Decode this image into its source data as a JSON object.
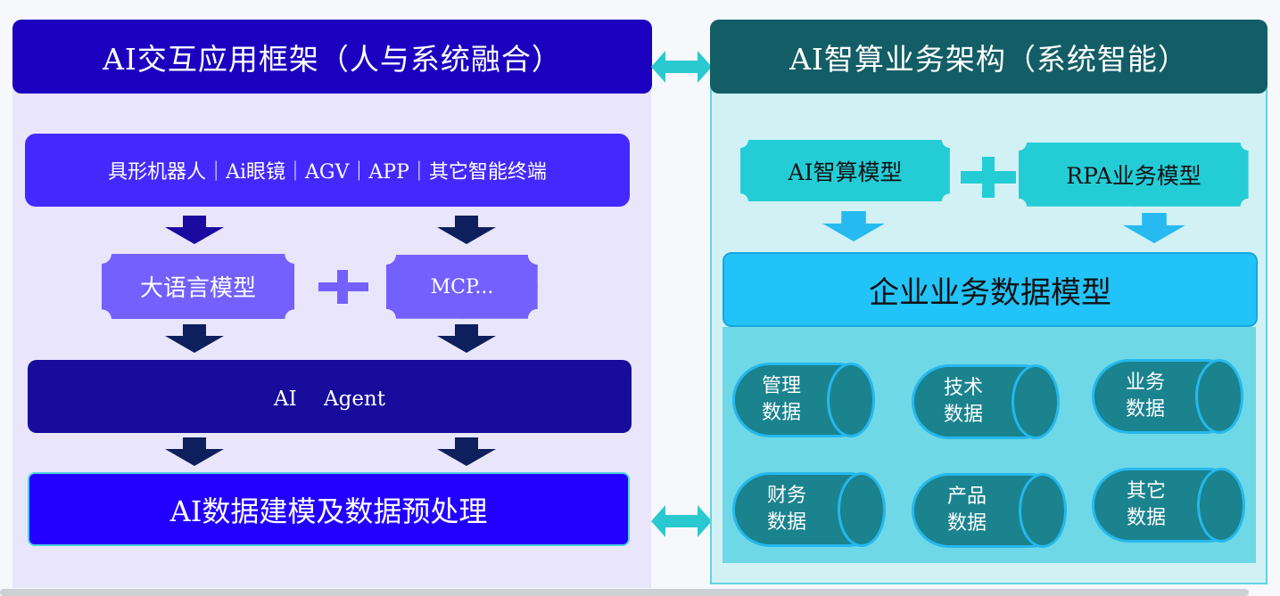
{
  "left": {
    "title": "AI交互应用框架（人与系统融合）",
    "terminals": "具形机器人｜Ai眼镜｜AGV｜APP｜其它智能终端",
    "llm": "大语言模型",
    "mcp": "MCP...",
    "agent": "AI　 Agent",
    "preprocess": "AI数据建模及数据预处理"
  },
  "right": {
    "title": "AI智算业务架构（系统智能）",
    "ai_model": "AI智算模型",
    "rpa_model": "RPA业务模型",
    "enterprise_model": "企业业务数据模型",
    "data_stores": [
      "管理\n数据",
      "技术\n数据",
      "业务\n数据",
      "财务\n数据",
      "产品\n数据",
      "其它\n数据"
    ]
  },
  "colors": {
    "left_header": "#1c00c0",
    "right_header": "#135e66",
    "accent_cyan": "#2ac9d0"
  }
}
